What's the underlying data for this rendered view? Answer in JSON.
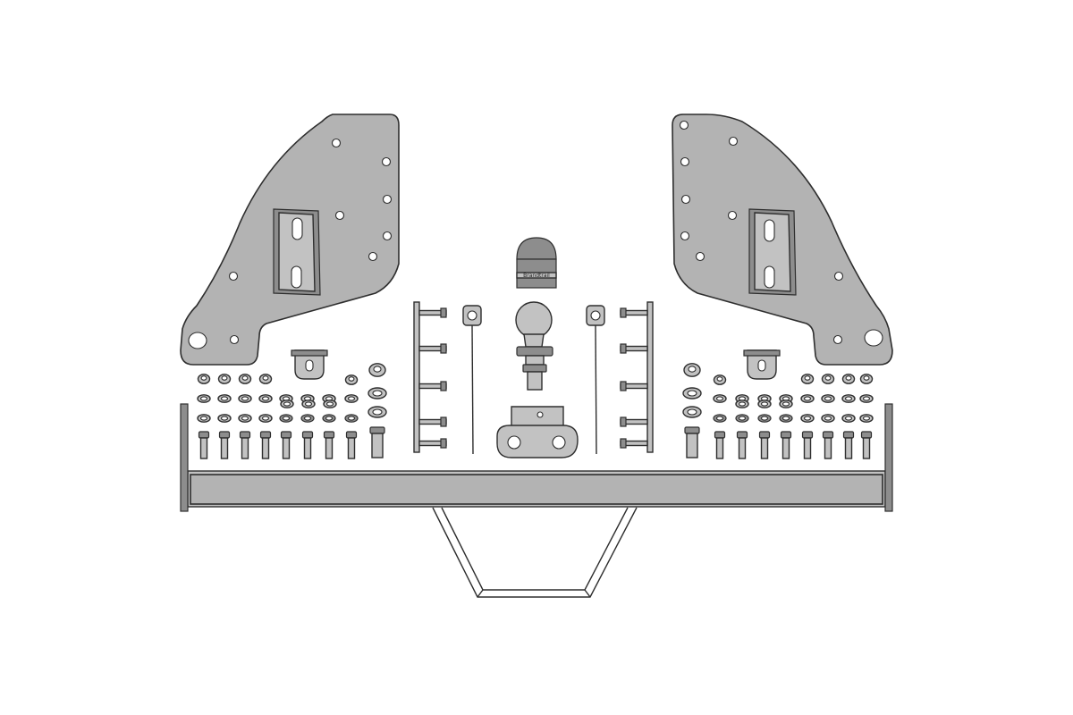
{
  "diagram": {
    "subject": "towbar-kit-exploded-view",
    "palette": {
      "background": "#ffffff",
      "metal": "#b3b3b3",
      "metal_light": "#c2c2c2",
      "metal_dark": "#8d8d8d",
      "outline": "#2e2e2e"
    },
    "ball_cap_label": "Brandtrail",
    "hardware": {
      "left_bolt_columns": 8,
      "right_bolt_columns": 8,
      "large_nut_columns": 1
    }
  }
}
